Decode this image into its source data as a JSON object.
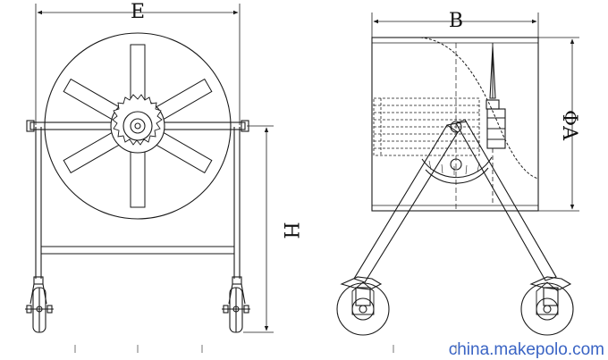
{
  "labels": {
    "dim_e": "E",
    "dim_b": "B",
    "dim_h": "H",
    "dim_a": "ΦA"
  },
  "watermark": "china.makepolo.com",
  "colors": {
    "line": "#1a1a1a",
    "watermark": "#3a64c4",
    "background": "#ffffff"
  }
}
